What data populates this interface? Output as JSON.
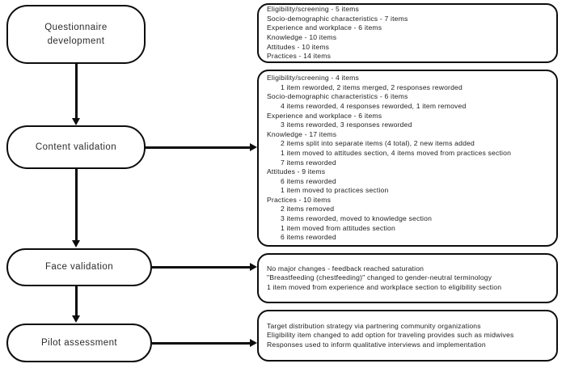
{
  "figure": {
    "title": "Questionnaire development and validation flowchart",
    "background_color": "#ffffff",
    "line_color": "#0d0d0d",
    "text_color": "#1e1e1e"
  },
  "stages": [
    {
      "id": "questionnaire-development",
      "label": "Questionnaire\ndevelopment"
    },
    {
      "id": "content-validation",
      "label": "Content validation"
    },
    {
      "id": "face-validation",
      "label": "Face validation"
    },
    {
      "id": "pilot-assessment",
      "label": "Pilot assessment"
    }
  ],
  "detail_boxes": [
    {
      "id": "questionnaire-development-details",
      "lines": [
        {
          "text": "Eligibility/screening - 5 items",
          "indent": 0
        },
        {
          "text": "Socio-demographic characteristics - 7 items",
          "indent": 0
        },
        {
          "text": "Experience and workplace - 6 items",
          "indent": 0
        },
        {
          "text": "Knowledge - 10 items",
          "indent": 0
        },
        {
          "text": "Attitudes - 10 items",
          "indent": 0
        },
        {
          "text": "Practices - 14 items",
          "indent": 0
        }
      ]
    },
    {
      "id": "content-validation-details",
      "lines": [
        {
          "text": "Eligibility/screening - 4 items",
          "indent": 0
        },
        {
          "text": "1 item reworded, 2 items merged, 2 responses reworded",
          "indent": 1
        },
        {
          "text": "Socio-demographic characteristics - 6 items",
          "indent": 0
        },
        {
          "text": "4 items reworded, 4 responses reworded, 1 item removed",
          "indent": 1
        },
        {
          "text": "Experience and workplace - 6 items",
          "indent": 0
        },
        {
          "text": "3 items reworded, 3 responses reworded",
          "indent": 1
        },
        {
          "text": "Knowledge - 17 items",
          "indent": 0
        },
        {
          "text": "2 items split into separate items (4 total), 2 new items added",
          "indent": 1
        },
        {
          "text": "1 item moved to attitudes section, 4 items moved from practices section",
          "indent": 1
        },
        {
          "text": "7 items reworded",
          "indent": 1
        },
        {
          "text": "Attitudes - 9 items",
          "indent": 0
        },
        {
          "text": "6 items reworded",
          "indent": 1
        },
        {
          "text": "1 item moved to practices section",
          "indent": 1
        },
        {
          "text": "Practices - 10 items",
          "indent": 0
        },
        {
          "text": "2 items removed",
          "indent": 1
        },
        {
          "text": "3 items reworded, moved to knowledge section",
          "indent": 1
        },
        {
          "text": "1 item moved from attitudes section",
          "indent": 1
        },
        {
          "text": "6 items reworded",
          "indent": 1
        }
      ]
    },
    {
      "id": "face-validation-details",
      "lines": [
        {
          "text": "No major changes - feedback reached saturation",
          "indent": 0
        },
        {
          "text": "\"Breastfeeding (chestfeeding)\" changed to gender-neutral terminology",
          "indent": 0
        },
        {
          "text": "1 item moved from experience and workplace section to eligibility section",
          "indent": 0
        }
      ]
    },
    {
      "id": "pilot-assessment-details",
      "lines": [
        {
          "text": "Target distribution strategy via partnering community organizations",
          "indent": 0
        },
        {
          "text": "Eligibility item changed to add option for traveling provides such as midwives",
          "indent": 0
        },
        {
          "text": "Responses used to inform qualitative interviews and implementation",
          "indent": 0
        }
      ]
    }
  ]
}
